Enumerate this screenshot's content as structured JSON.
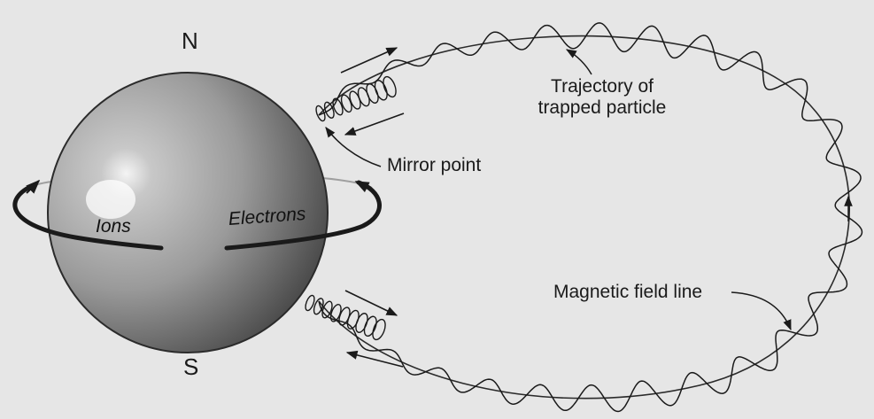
{
  "labels": {
    "north": "N",
    "south": "S",
    "ions": "Ions",
    "electrons": "Electrons",
    "mirror_point": "Mirror point",
    "trajectory_line1": "Trajectory of",
    "trajectory_line2": "trapped particle",
    "field_line": "Magnetic field line"
  },
  "colors": {
    "background": "#e6e6e6",
    "ink": "#1a1a1a",
    "planet_light": "#f2f2f2",
    "planet_mid": "#9a9a9a",
    "planet_dark": "#4d4d4d"
  }
}
